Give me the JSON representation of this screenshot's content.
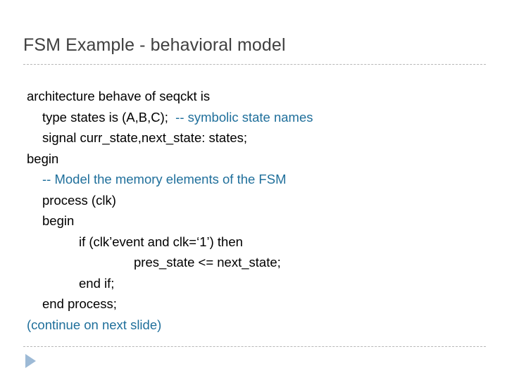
{
  "slide": {
    "title": "FSM Example - behavioral model",
    "colors": {
      "title": "#404040",
      "code": "#000000",
      "comment": "#1f6f9b",
      "rule": "#b7b7b7",
      "triangle": "#9dbad6",
      "background": "#ffffff"
    },
    "code_lines": [
      {
        "indent": 0,
        "segments": [
          {
            "text": "architecture behave of seqckt is",
            "style": "code"
          }
        ]
      },
      {
        "indent": 1,
        "segments": [
          {
            "text": "type states is (A,B,C);  ",
            "style": "code"
          },
          {
            "text": "-- symbolic state names",
            "style": "comment"
          }
        ]
      },
      {
        "indent": 1,
        "segments": [
          {
            "text": "signal curr_state,next_state: states;",
            "style": "code"
          }
        ]
      },
      {
        "indent": 0,
        "segments": [
          {
            "text": "begin",
            "style": "code"
          }
        ]
      },
      {
        "indent": 1,
        "segments": [
          {
            "text": "-- Model the memory elements of the FSM",
            "style": "comment"
          }
        ]
      },
      {
        "indent": 1,
        "segments": [
          {
            "text": "process (clk)",
            "style": "code"
          }
        ]
      },
      {
        "indent": 1,
        "segments": [
          {
            "text": "begin",
            "style": "code"
          }
        ]
      },
      {
        "indent": 2,
        "segments": [
          {
            "text": "if (clk’event and clk=‘1’) then",
            "style": "code"
          }
        ]
      },
      {
        "indent": 3,
        "segments": [
          {
            "text": "pres_state <= next_state;",
            "style": "code"
          }
        ]
      },
      {
        "indent": 2,
        "segments": [
          {
            "text": "end if;",
            "style": "code"
          }
        ]
      },
      {
        "indent": 1,
        "segments": [
          {
            "text": "end process;",
            "style": "code"
          }
        ]
      },
      {
        "indent": 0,
        "segments": [
          {
            "text": "(continue on next slide)",
            "style": "comment"
          }
        ]
      }
    ],
    "decorations": {
      "play_triangle": "play-triangle-icon",
      "top_rule": "title-separator-rule",
      "bottom_rule": "footer-separator-rule"
    }
  }
}
